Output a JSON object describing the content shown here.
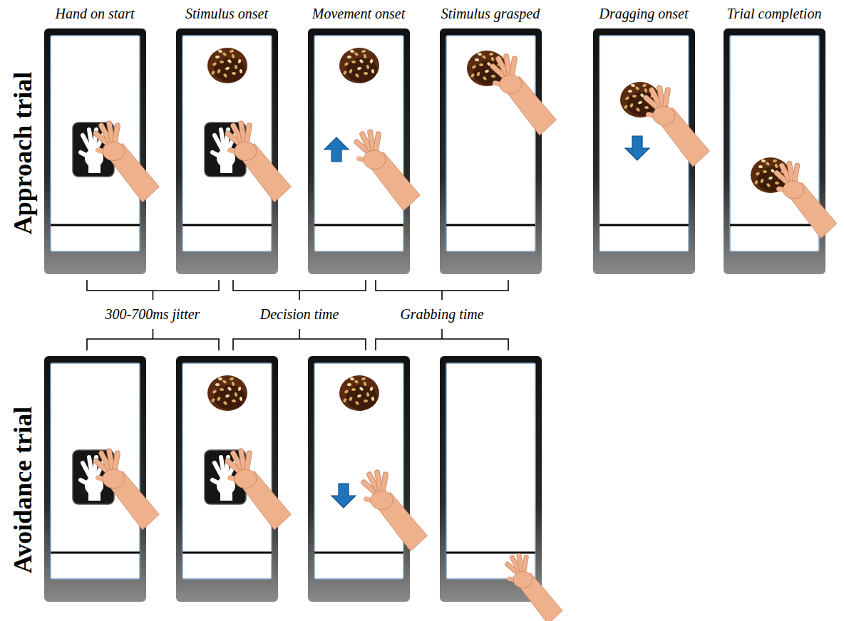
{
  "diagram": {
    "labels": [
      "Approach trial",
      "Hand on start",
      "Stimulus onset",
      "Movement onset",
      "Stimulus grasped",
      "Dragging onset",
      "Trial completion",
      "300-700ms jitter",
      "Decision time",
      "Grabbing time",
      "Avoidance trial"
    ]
  }
}
